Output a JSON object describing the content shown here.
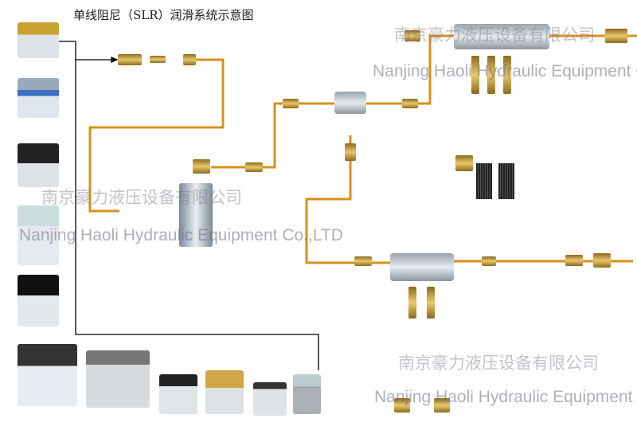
{
  "title": "单线阻尼（SLR）润滑系统示意图",
  "watermarks": {
    "cn": "南京豪力液压设备有限公司",
    "en": "Nanjing Haoli Hydraulic Equipment Co.,LTD"
  },
  "colors": {
    "pipe": "#d8901e",
    "line": "#000000",
    "brass": "#c9a24a"
  }
}
